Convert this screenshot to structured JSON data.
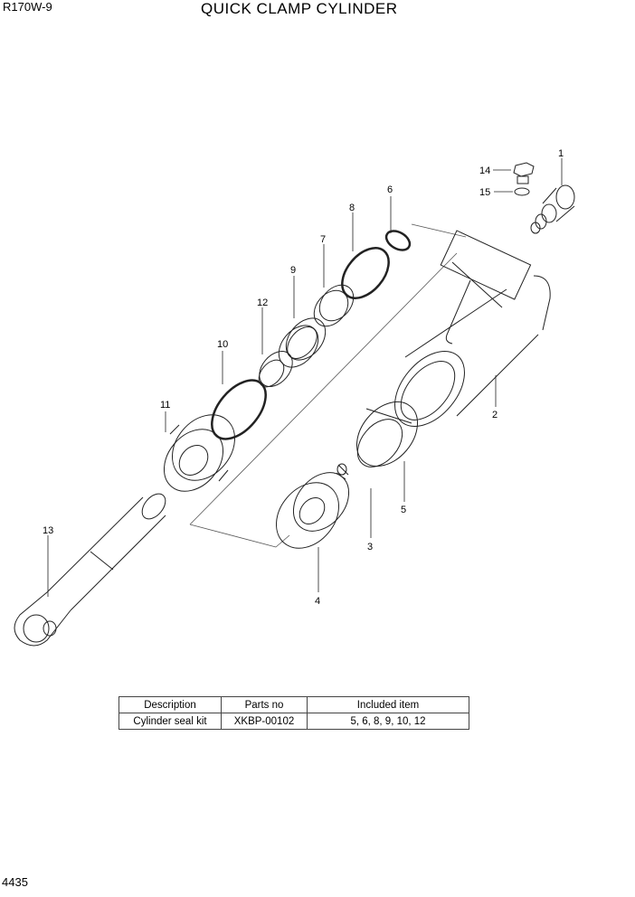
{
  "header": {
    "model": "R170W-9",
    "title": "QUICK CLAMP CYLINDER"
  },
  "footer": {
    "page_number": "4435"
  },
  "callouts": [
    "1",
    "2",
    "3",
    "4",
    "5",
    "6",
    "7",
    "8",
    "9",
    "10",
    "11",
    "12",
    "13",
    "14",
    "15"
  ],
  "table": {
    "headers": [
      "Description",
      "Parts no",
      "Included item"
    ],
    "rows": [
      [
        "Cylinder seal kit",
        "XKBP-00102",
        "5, 6, 8, 9, 10, 12"
      ]
    ]
  }
}
